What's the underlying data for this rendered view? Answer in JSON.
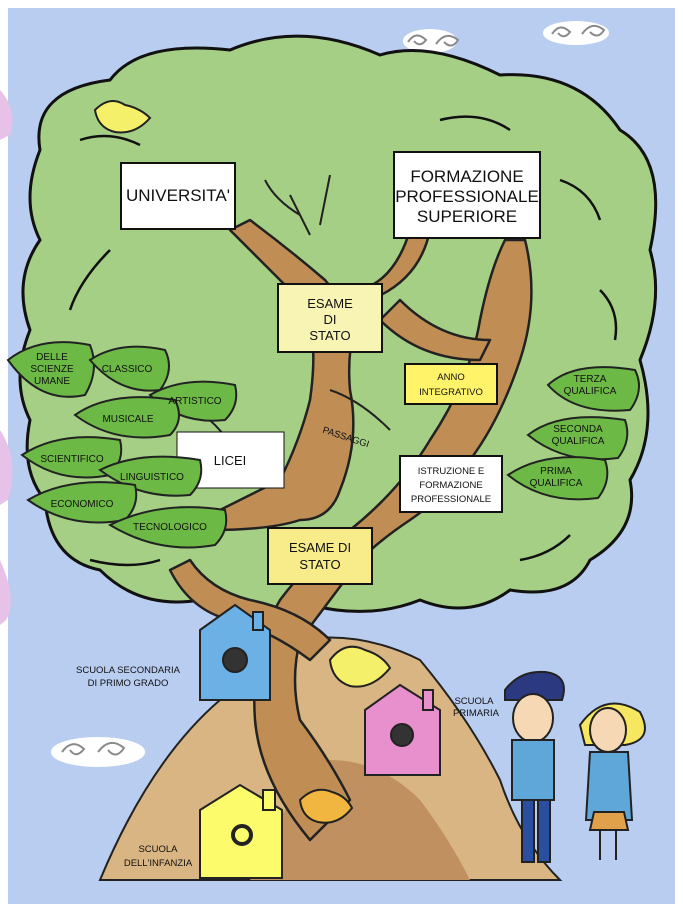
{
  "boxes": {
    "universita": "UNIVERSITA'",
    "formazione_1": "FORMAZIONE",
    "formazione_2": "PROFESSIONALE",
    "formazione_3": "SUPERIORE",
    "esame_top_1": "ESAME",
    "esame_top_2": "DI",
    "esame_top_3": "STATO",
    "anno_1": "ANNO",
    "anno_2": "INTEGRATIVO",
    "licei": "LICEI",
    "istruzione_1": "ISTRUZIONE E",
    "istruzione_2": "FORMAZIONE",
    "istruzione_3": "PROFESSIONALE",
    "esame_bottom_1": "ESAME DI",
    "esame_bottom_2": "STATO",
    "passaggi": "PASSAGGI"
  },
  "leaves_left": {
    "scienze_1": "DELLE",
    "scienze_2": "SCIENZE",
    "scienze_3": "UMANE",
    "classico": "CLASSICO",
    "artistico": "ARTISTICO",
    "musicale": "MUSICALE",
    "scientifico": "SCIENTIFICO",
    "linguistico": "LINGUISTICO",
    "economico": "ECONOMICO",
    "tecnologico": "TECNOLOGICO"
  },
  "leaves_right": {
    "terza_1": "TERZA",
    "terza_2": "QUALIFICA",
    "seconda_1": "SECONDA",
    "seconda_2": "QUALIFICA",
    "prima_1": "PRIMA",
    "prima_2": "QUALIFICA"
  },
  "houses": {
    "secondaria_1": "SCUOLA SECONDARIA",
    "secondaria_2": "DI PRIMO GRADO",
    "primaria_1": "SCUOLA",
    "primaria_2": "PRIMARIA",
    "infanzia_1": "SCUOLA",
    "infanzia_2": "DELL'INFANZIA"
  },
  "colors": {
    "sky": "#b9cdf0",
    "canopy": "#a6cf86",
    "trunk": "#c08e54",
    "leaf": "#6cba45",
    "box_white": "#ffffff",
    "box_yellow": "#f8f4b4",
    "box_highlight": "#fff36a",
    "house_blue": "#6bb1e5",
    "house_pink": "#e88fcd",
    "house_yellow": "#fbfb6b"
  }
}
